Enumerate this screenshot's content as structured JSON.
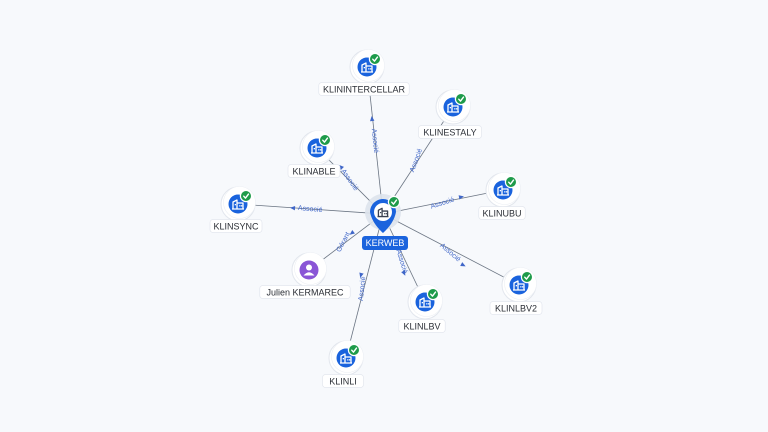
{
  "graph": {
    "center": {
      "id": "kerweb",
      "label": "KERWEB",
      "kind": "company",
      "verified": true,
      "icon": "building-icon"
    },
    "nodes": [
      {
        "id": "klinintercellar",
        "label": "KLININTERCELLAR",
        "kind": "company",
        "verified": true,
        "icon": "building-icon"
      },
      {
        "id": "klinestaly",
        "label": "KLINESTALY",
        "kind": "company",
        "verified": true,
        "icon": "building-icon"
      },
      {
        "id": "klinable",
        "label": "KLINABLE",
        "kind": "company",
        "verified": true,
        "icon": "building-icon"
      },
      {
        "id": "klinubu",
        "label": "KLINUBU",
        "kind": "company",
        "verified": true,
        "icon": "building-icon"
      },
      {
        "id": "klinsync",
        "label": "KLINSYNC",
        "kind": "company",
        "verified": true,
        "icon": "building-icon"
      },
      {
        "id": "julien",
        "label": "Julien KERMAREC",
        "kind": "person",
        "verified": false,
        "icon": "person-icon"
      },
      {
        "id": "klinlbv2",
        "label": "KLINLBV2",
        "kind": "company",
        "verified": true,
        "icon": "building-icon"
      },
      {
        "id": "klinlbv",
        "label": "KLINLBV",
        "kind": "company",
        "verified": true,
        "icon": "building-icon"
      },
      {
        "id": "klinli",
        "label": "KLINLI",
        "kind": "company",
        "verified": true,
        "icon": "building-icon"
      }
    ],
    "edges": [
      {
        "to": "klinintercellar",
        "label": "Associé"
      },
      {
        "to": "klinestaly",
        "label": "Associé"
      },
      {
        "to": "klinable",
        "label": "Associé"
      },
      {
        "to": "klinubu",
        "label": "Associé"
      },
      {
        "to": "klinsync",
        "label": "Associé"
      },
      {
        "to": "julien",
        "label": "Gérant"
      },
      {
        "to": "klinlbv2",
        "label": "Associé"
      },
      {
        "to": "klinlbv",
        "label": "Associé"
      },
      {
        "to": "klinli",
        "label": "Associé"
      }
    ]
  },
  "colors": {
    "background": "#f7f9fc",
    "company_node": "#1a63dd",
    "person_node": "#8a55d6",
    "verified_badge": "#1e9b4a",
    "edge_line": "#6b7583",
    "edge_label": "#3f66c8",
    "center_label_bg": "#1a63dd"
  }
}
